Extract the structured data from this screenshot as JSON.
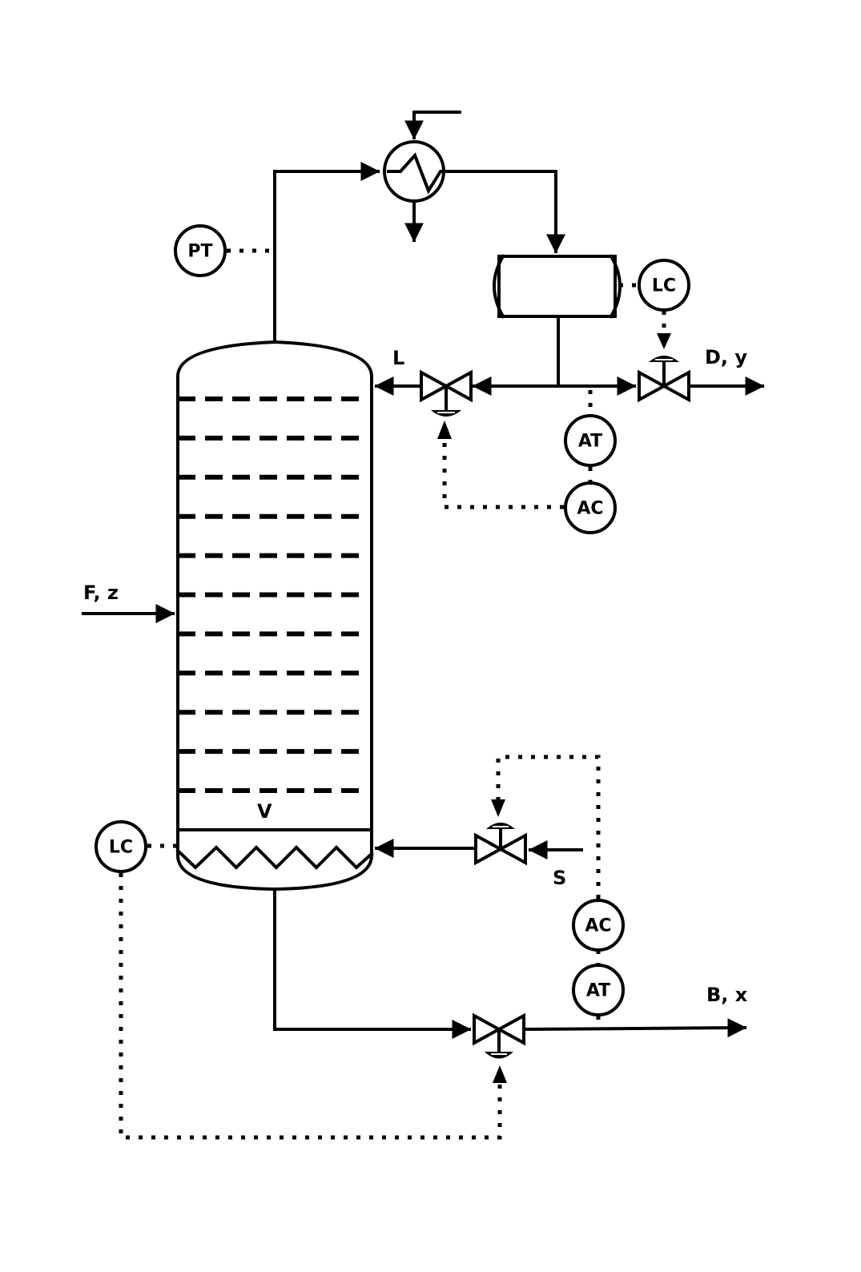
{
  "title": "Distillation column control scheme",
  "colors": {
    "line": "#000000",
    "background": "#ffffff"
  },
  "streams": {
    "feed": "F, z",
    "distillate": "D, y",
    "bottoms": "B, x",
    "reflux": "L",
    "boilup": "V",
    "steam": "S"
  },
  "instruments": {
    "pressure_transmitter": "PT",
    "drum_level_controller": "LC",
    "top_analyzer_transmitter": "AT",
    "top_analyzer_controller": "AC",
    "bottom_level_controller": "LC",
    "bottom_analyzer_controller": "AC",
    "bottom_analyzer_transmitter": "AT"
  },
  "equipment": {
    "column_trays": 11,
    "condenser": "condenser",
    "reflux_drum": "reflux-drum",
    "reboiler": "reboiler"
  }
}
